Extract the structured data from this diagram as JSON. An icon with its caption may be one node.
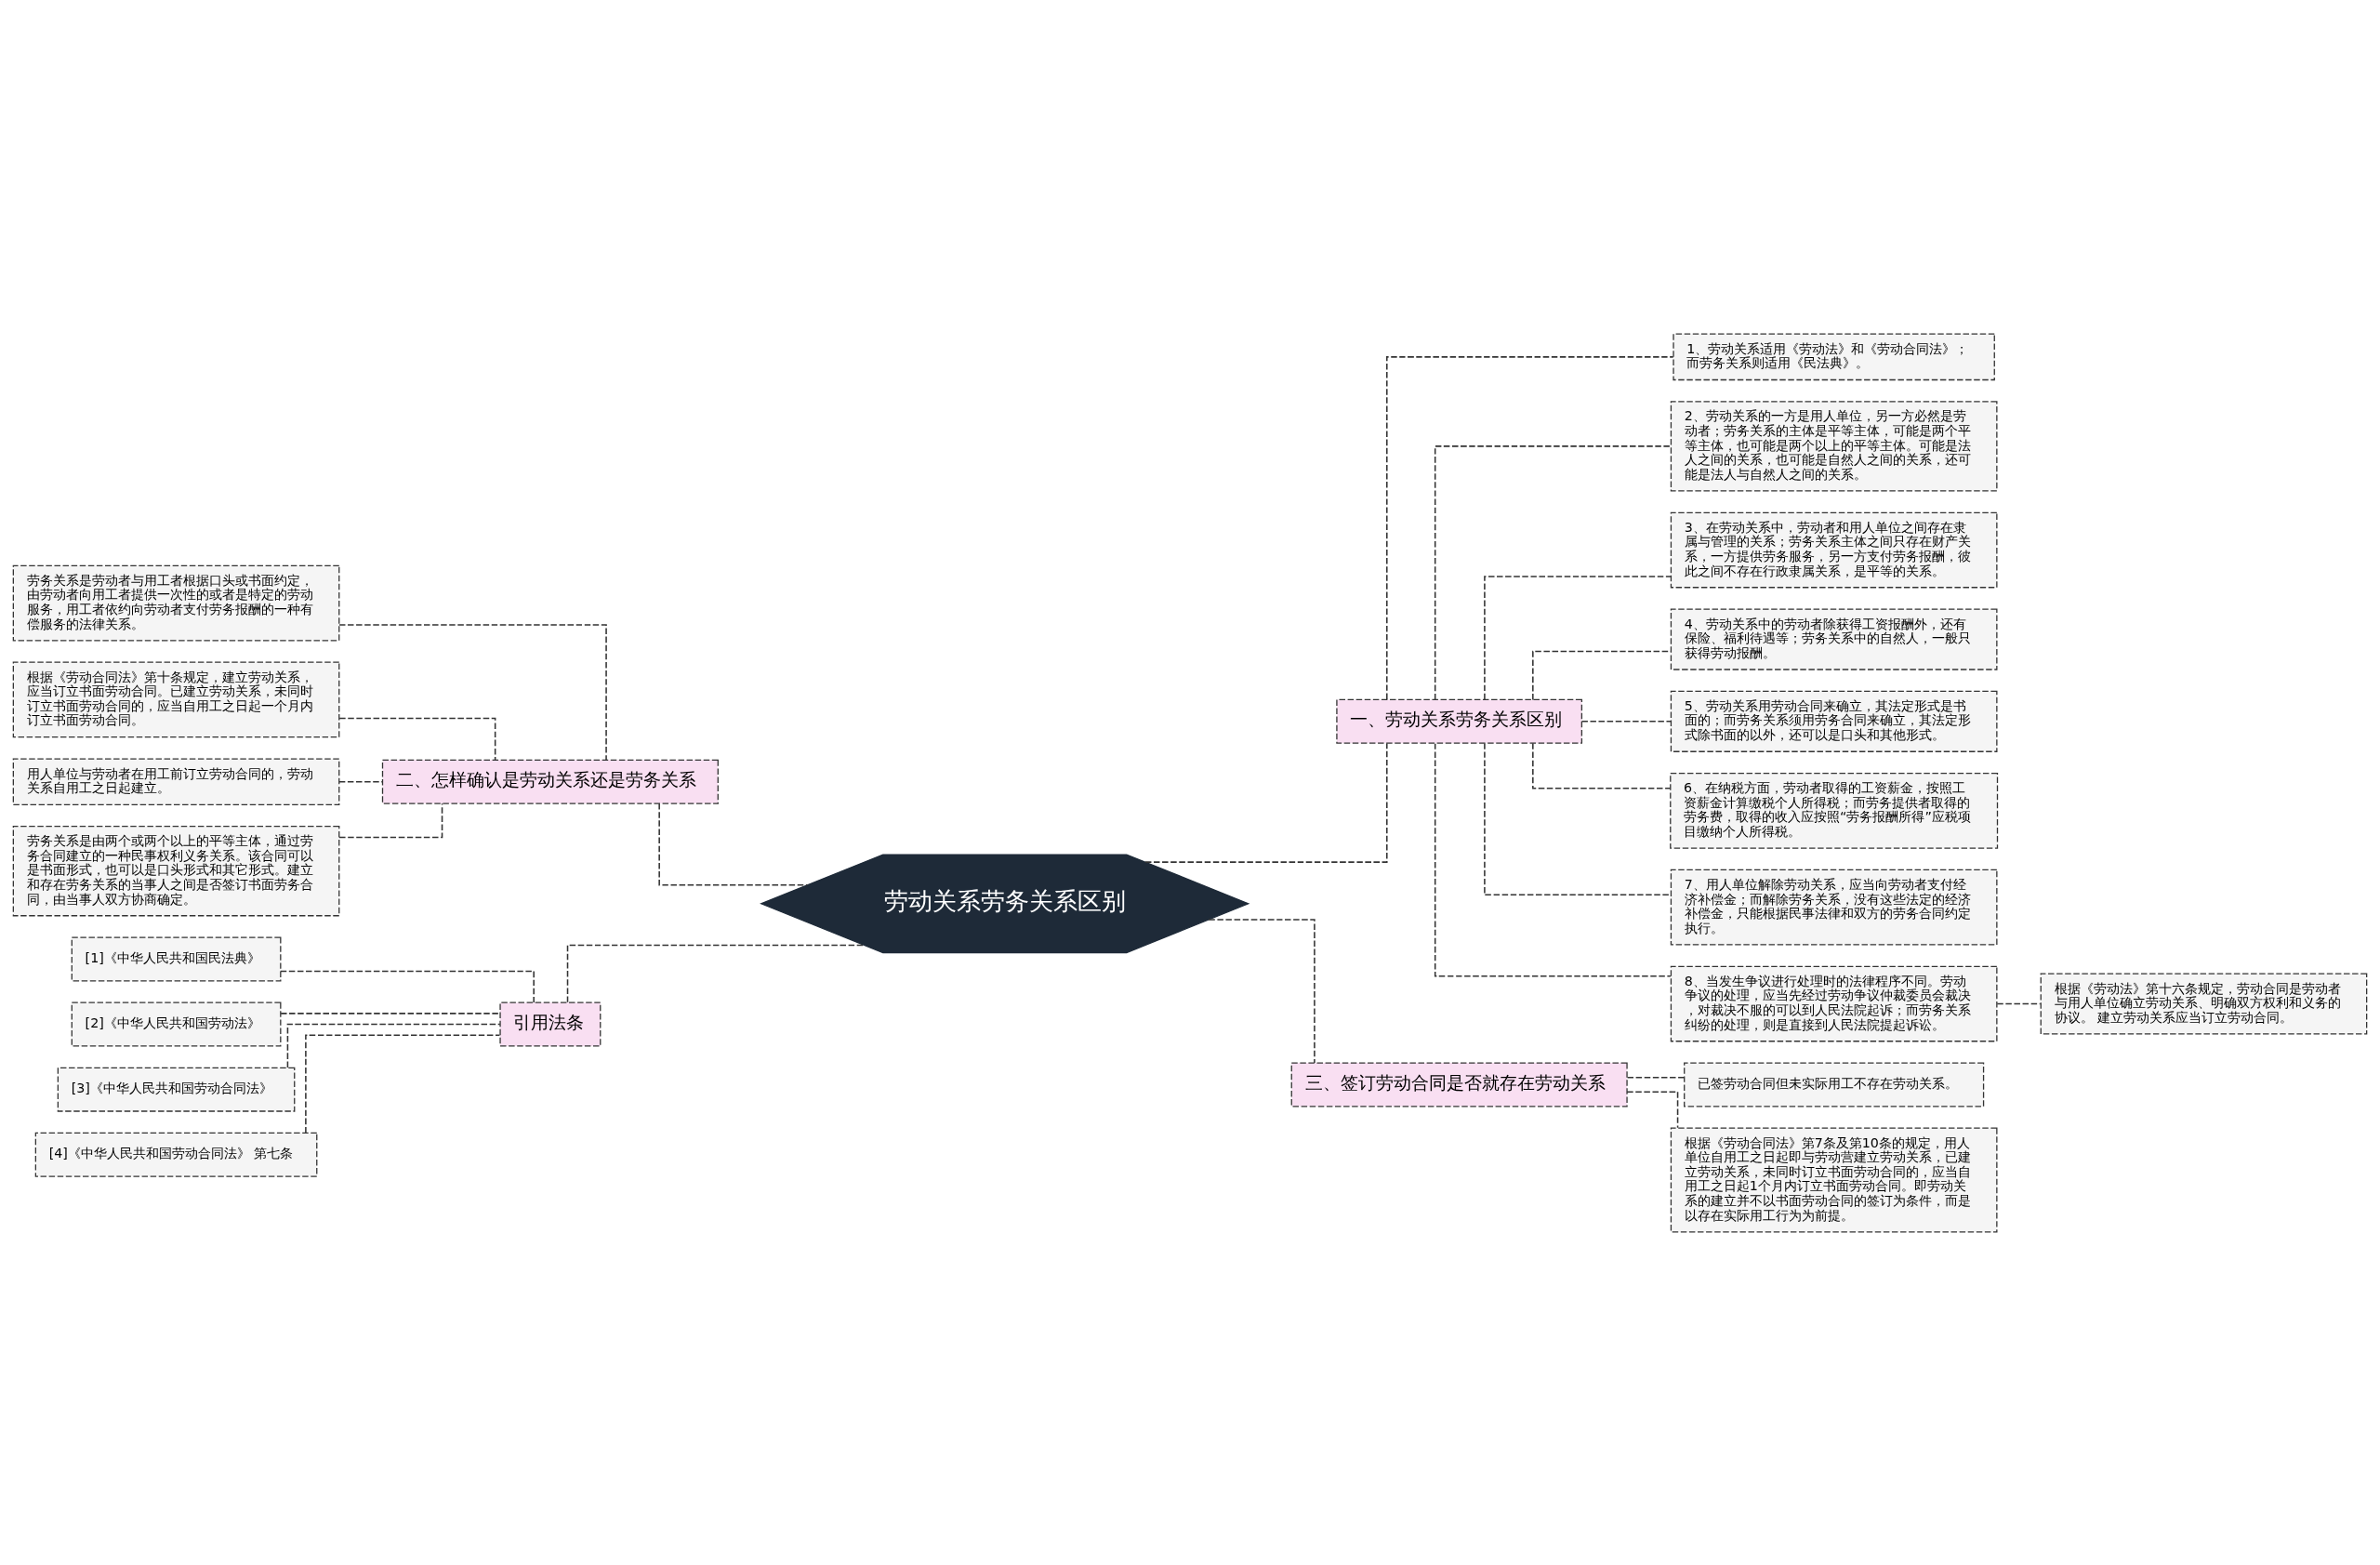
{
  "diagram": {
    "nodes": [
      {
        "text": [
          "劳动关系劳务关系区别"
        ]
      },
      {
        "text": [
          "一、劳动关系劳务关系区别"
        ]
      },
      {
        "text": [
          "1、劳动关系适用《劳动法》和《劳动合同法》；而劳务关系则适用《民法典》。"
        ]
      },
      {
        "text": [
          "2、劳动关系的一方是用人单位，另一方必然是劳动者；劳务关系的主体是平等主体，可能是两个平等主体，也可能是两个以上的平等主体。可能是法人之间的关系，也可能是自然人之间的关系，还可能是法人与自然人之间的关系。"
        ]
      },
      {
        "text": [
          "3、在劳动关系中，劳动者和用人单位之间存在隶属与管理的关系；劳务关系主体之间只存在财产关系，一方提供劳务服务，另一方支付劳务报酬，彼此之间不存在行政隶属关系，是平等的关系。"
        ]
      },
      {
        "text": [
          "4、劳动关系中的劳动者除获得工资报酬外，还有保险、福利待遇等；劳务关系中的自然人，一般只获得劳动报酬。"
        ]
      },
      {
        "text": [
          "5、劳动关系用劳动合同来确立，其法定形式是书面的；而劳务关系须用劳务合同来确立，其法定形式除书面的以外，还可以是口头和其他形式。"
        ]
      },
      {
        "text": [
          "6、在纳税方面，劳动者取得的工资薪金，按照工资薪金计算缴税个人所得税；而劳务提供者取得的劳务费，取得的收入应按照“劳务报酬所得”应税项目缴纳个人所得税。"
        ]
      },
      {
        "text": [
          "7、用人单位解除劳动关系，应当向劳动者支付经济补偿金；而解除劳务关系，没有这些法定的经济补偿金，只能根据民事法律和双方的劳务合同约定执行。"
        ]
      },
      {
        "text": [
          "8、当发生争议进行处理时的法律程序不同。劳动争议的处理，应当先经过劳动争议仲裁委员会裁决，对裁决不服的可以到人民法院起诉；而劳务关系纠纷的处理，则是直接到人民法院提起诉讼。"
        ]
      },
      {
        "text": [
          "根据《劳动法》第十六条规定，劳动合同是劳动者与用人单位确立劳动关系、明确双方权利和义务的协议。 建立劳动关系应当订立劳动合同。"
        ]
      },
      {
        "text": [
          "三、签订劳动合同是否就存在劳动关系"
        ]
      },
      {
        "text": [
          "已签劳动合同但未实际用工不存在劳动关系。"
        ]
      },
      {
        "text": [
          "根据《劳动合同法》第7条及第10条的规定，用人单位自用工之日起即与劳动营建立劳动关系，已建立劳动关系，未同时订立书面劳动合同的，应当自用工之日起1个月内订立书面劳动合同。即劳动关系的建立并不以书面劳动合同的签订为条件，而是以存在实际用工行为为前提。"
        ]
      },
      {
        "text": [
          "二、怎样确认是劳动关系还是劳务关系"
        ]
      },
      {
        "text": [
          "劳务关系是劳动者与用工者根据口头或书面约定，由劳动者向用工者提供一次性的或者是特定的劳动服务，用工者依约向劳动者支付劳务报酬的一种有偿服务的法律关系。"
        ]
      },
      {
        "text": [
          "根据《劳动合同法》第十条规定，建立劳动关系，应当订立书面劳动合同。已建立劳动关系，未同时订立书面劳动合同的，应当自用工之日起一个月内订立书面劳动合同。"
        ]
      },
      {
        "text": [
          "用人单位与劳动者在用工前订立劳动合同的，劳动关系自用工之日起建立。"
        ]
      },
      {
        "text": [
          "劳务关系是由两个或两个以上的平等主体，通过劳务合同建立的一种民事权利义务关系。该合同可以是书面形式，也可以是口头形式和其它形式。建立和存在劳务关系的当事人之间是否签订书面劳务合同，由当事人双方协商确定。"
        ]
      },
      {
        "text": [
          "引用法条"
        ]
      },
      {
        "text": [
          "[1]《中华人民共和国民法典》"
        ]
      },
      {
        "text": [
          "[2]《中华人民共和国劳动法》"
        ]
      },
      {
        "text": [
          "[3]《中华人民共和国劳动合同法》"
        ]
      },
      {
        "text": [
          "[4]《中华人民共和国劳动合同法》 第七条"
        ]
      }
    ],
    "edges": [
      {
        "from": 0,
        "to": 1,
        "arrow": "none",
        "style": "dashed"
      },
      {
        "from": 1,
        "to": 2,
        "arrow": "none",
        "style": "dashed"
      },
      {
        "from": 1,
        "to": 3,
        "arrow": "none",
        "style": "dashed"
      },
      {
        "from": 1,
        "to": 4,
        "arrow": "none",
        "style": "dashed"
      },
      {
        "from": 1,
        "to": 5,
        "arrow": "none",
        "style": "dashed"
      },
      {
        "from": 1,
        "to": 6,
        "arrow": "none",
        "style": "dashed"
      },
      {
        "from": 1,
        "to": 7,
        "arrow": "none",
        "style": "dashed"
      },
      {
        "from": 1,
        "to": 8,
        "arrow": "none",
        "style": "dashed"
      },
      {
        "from": 1,
        "to": 9,
        "arrow": "none",
        "style": "dashed"
      },
      {
        "from": 9,
        "to": 10,
        "arrow": "none",
        "style": "dashed"
      },
      {
        "from": 0,
        "to": 11,
        "arrow": "none",
        "style": "dashed"
      },
      {
        "from": 11,
        "to": 12,
        "arrow": "none",
        "style": "dashed"
      },
      {
        "from": 11,
        "to": 13,
        "arrow": "none",
        "style": "dashed"
      },
      {
        "from": 0,
        "to": 14,
        "arrow": "none",
        "style": "dashed"
      },
      {
        "from": 14,
        "to": 15,
        "arrow": "none",
        "style": "dashed"
      },
      {
        "from": 14,
        "to": 16,
        "arrow": "none",
        "style": "dashed"
      },
      {
        "from": 14,
        "to": 17,
        "arrow": "none",
        "style": "dashed"
      },
      {
        "from": 14,
        "to": 18,
        "arrow": "none",
        "style": "dashed"
      },
      {
        "from": 0,
        "to": 19,
        "arrow": "none",
        "style": "dashed"
      },
      {
        "from": 19,
        "to": 20,
        "arrow": "none",
        "style": "dashed"
      },
      {
        "from": 19,
        "to": 21,
        "arrow": "none",
        "style": "dashed"
      },
      {
        "from": 19,
        "to": 22,
        "arrow": "none",
        "style": "dashed"
      },
      {
        "from": 19,
        "to": 23,
        "arrow": "none",
        "style": "dashed"
      }
    ]
  }
}
